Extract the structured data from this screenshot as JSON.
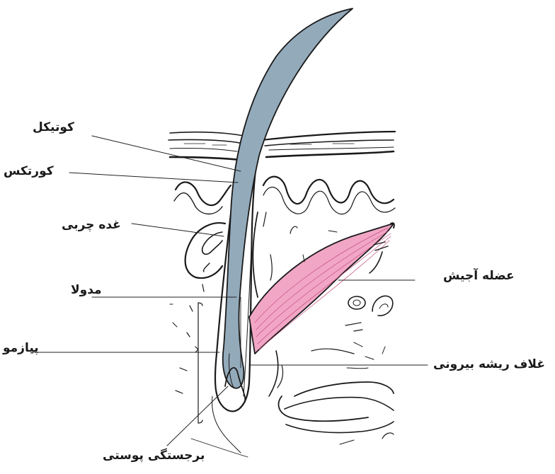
{
  "labels": {
    "cuticle": "کوتیکل",
    "cortex": "کورتکس",
    "sebaceous_gland": "غده چربی",
    "medulla": "مدولا",
    "papilla": "پیازمو",
    "arrector_muscle": "عضله آجیش",
    "outer_root_sheath": "غلاف ریشه بیرونی",
    "dermal_papilla": "برجستگی پوستی"
  },
  "colors": {
    "hair_shaft": "#93aabb",
    "muscle": "#f2a6c6",
    "outline": "#1a1a1a"
  }
}
